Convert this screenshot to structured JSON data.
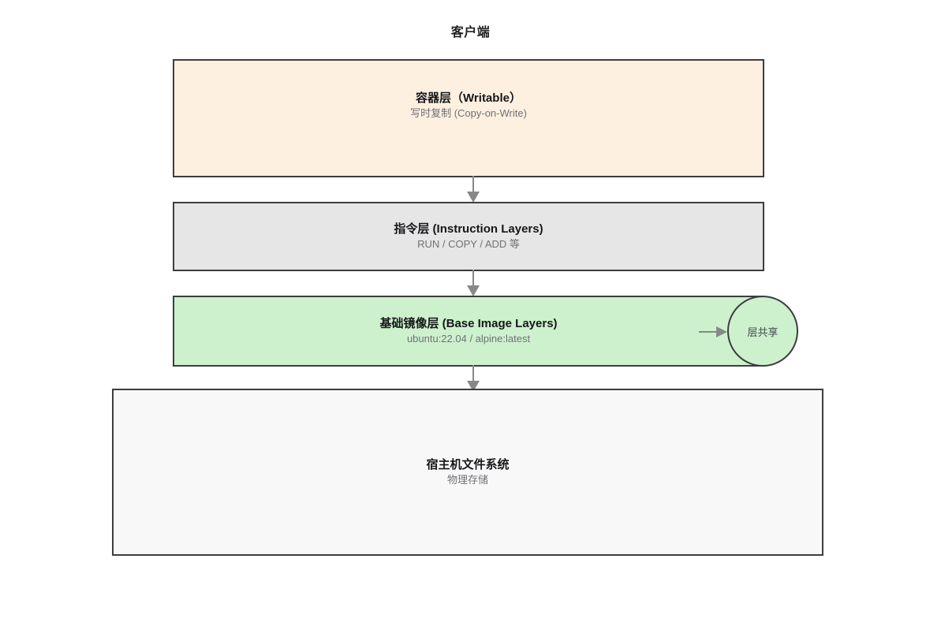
{
  "diagram": {
    "type": "layered-block-diagram",
    "title": "客户端",
    "background_color": "#ffffff",
    "border_color": "#3d3d41",
    "arrow_color": "#888888",
    "layers": [
      {
        "name": "container-layer",
        "title": "容器层（Writable）",
        "subtitle": "写时复制 (Copy-on-Write)",
        "fill_color": "#fdf0e0"
      },
      {
        "name": "instruction-layer",
        "title": "指令层 (Instruction Layers)",
        "subtitle": "RUN / COPY / ADD 等",
        "fill_color": "#e6e6e6"
      },
      {
        "name": "base-image-layer",
        "title": "基础镜像层 (Base Image Layers)",
        "subtitle": "ubuntu:22.04 / alpine:latest",
        "fill_color": "#cdf1cd"
      },
      {
        "name": "host-filesystem",
        "title": "宿主机文件系统",
        "subtitle": "物理存储",
        "fill_color": "#f8f8f8"
      }
    ],
    "side_node": {
      "name": "layer-share",
      "label": "层共享",
      "shape": "circle",
      "fill_color": "#cdf1cd"
    },
    "connectors": [
      {
        "name": "container-to-instruction",
        "direction": "down"
      },
      {
        "name": "instruction-to-base-image",
        "direction": "down"
      },
      {
        "name": "base-image-to-host",
        "direction": "down"
      },
      {
        "name": "base-image-to-layer-share",
        "direction": "right"
      }
    ]
  }
}
